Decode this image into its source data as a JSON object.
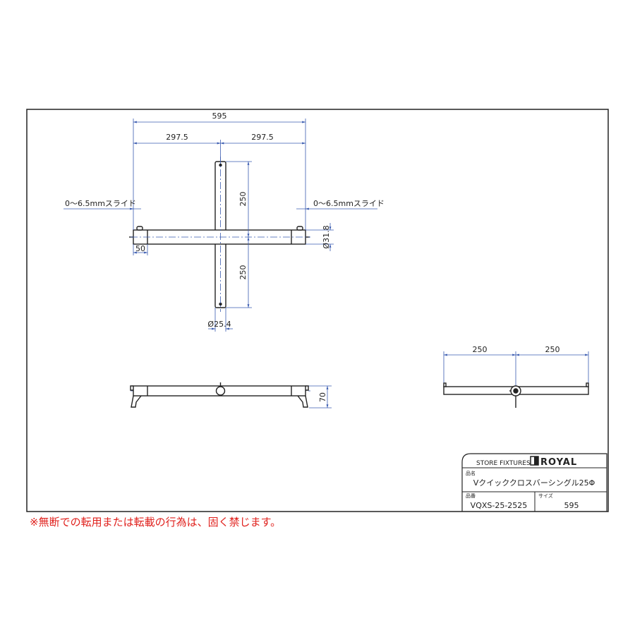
{
  "dimensions": {
    "overall_width": "595",
    "half_left": "297.5",
    "half_right": "297.5",
    "arm_top": "250",
    "arm_bottom": "250",
    "slide_left": "0～6.5mmスライド",
    "slide_right": "0～6.5mmスライド",
    "end_length": "50",
    "bar_diameter": "Ø31.8",
    "arm_diameter": "Ø25.4",
    "height": "70",
    "side_left": "250",
    "side_right": "250"
  },
  "title_block": {
    "company_label": "STORE FIXTURES",
    "brand": "ROYAL",
    "name_label": "品名",
    "name_value": "Vクイッククロスバーシングル25Φ",
    "code_label": "品番",
    "code_value": "VQXS-25-2525",
    "size_label": "サイズ",
    "size_value": "595"
  },
  "notice": "※無断での転用または転載の行為は、固く禁じます。",
  "colors": {
    "dim": "#3a5bb0",
    "line": "#222222",
    "notice": "#e0201c"
  }
}
